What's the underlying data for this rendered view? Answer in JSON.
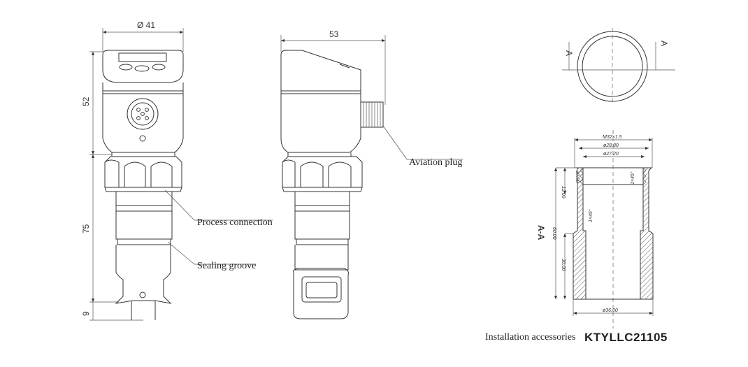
{
  "dimensions": {
    "diameter": "Ø 41",
    "width_side": "53",
    "height_head": "52",
    "height_body": "75",
    "height_bottom": "9"
  },
  "labels": {
    "process_connection": "Process connection",
    "sealing_groove": "Sealing groove",
    "aviation_plug": "Aviation plug"
  },
  "section": {
    "marker": "A",
    "view_title": "A-A",
    "thread": "M32×1.5",
    "d1": "ø28.80",
    "d2": "ø27.20",
    "d_outer": "ø36.00",
    "h1": "12.00",
    "h2": "10.00",
    "h3": "60.00",
    "h4": "30.00",
    "a1": "1×45°",
    "a2": "1×45°"
  },
  "caption": {
    "text": "Installation accessories",
    "code": "KTYLLC21105"
  }
}
